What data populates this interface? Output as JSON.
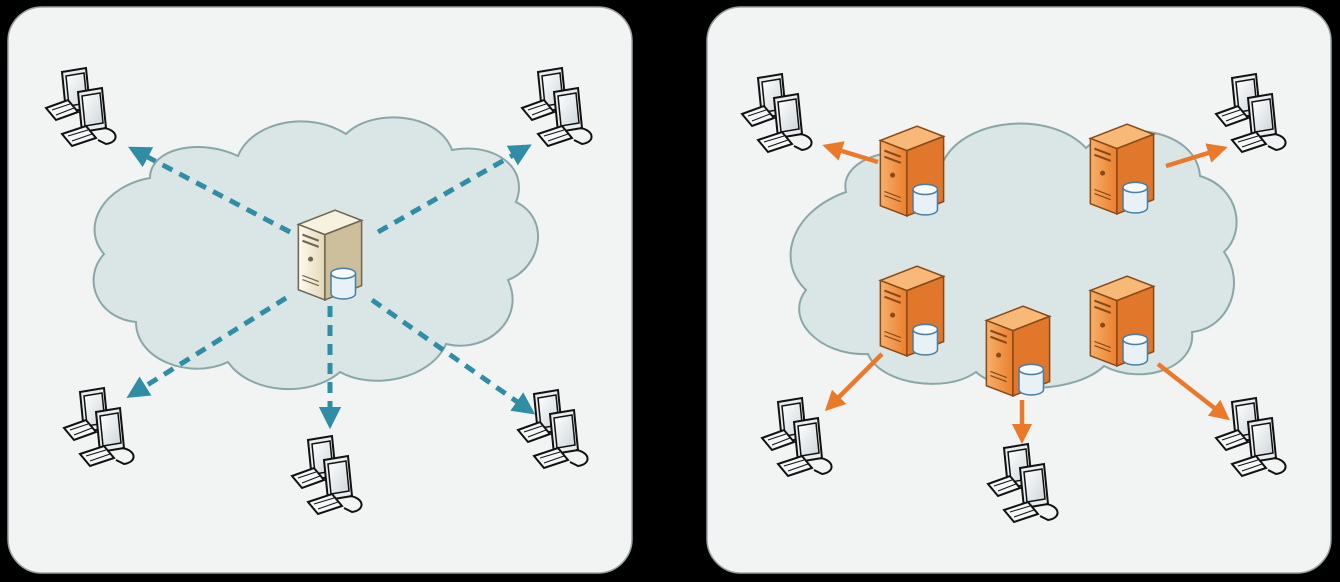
{
  "colors": {
    "page_background": "#000000",
    "panel_fill": "#f2f3f3",
    "panel_stroke": "#9aa2a6",
    "cloud_fill": "#d9e6e5",
    "cloud_stroke": "#8aa7a7",
    "central_arrow": "#2f8ea6",
    "distributed_arrow": "#ea7a2a",
    "central_server_body": "#efe6cf",
    "central_server_side": "#cdbf9b",
    "edge_server_body": "#f29a4a",
    "edge_server_side": "#d9702a",
    "database_fill": "#e7f1f6",
    "database_stroke": "#4c7fa2"
  },
  "panels": [
    {
      "id": "centralized",
      "server_style": "beige",
      "arrow_style": "dashed",
      "servers": [
        {
          "id": "origin-server"
        }
      ],
      "clients": [
        {
          "id": "client-top-left"
        },
        {
          "id": "client-top-right"
        },
        {
          "id": "client-bottom-left"
        },
        {
          "id": "client-bottom-center"
        },
        {
          "id": "client-bottom-right"
        }
      ]
    },
    {
      "id": "distributed",
      "server_style": "orange",
      "arrow_style": "solid",
      "servers": [
        {
          "id": "edge-server-top-left"
        },
        {
          "id": "edge-server-top-right"
        },
        {
          "id": "edge-server-middle-left"
        },
        {
          "id": "edge-server-bottom-center"
        },
        {
          "id": "edge-server-middle-right"
        }
      ],
      "clients": [
        {
          "id": "client-top-left"
        },
        {
          "id": "client-top-right"
        },
        {
          "id": "client-bottom-left"
        },
        {
          "id": "client-bottom-center"
        },
        {
          "id": "client-bottom-right"
        }
      ]
    }
  ]
}
